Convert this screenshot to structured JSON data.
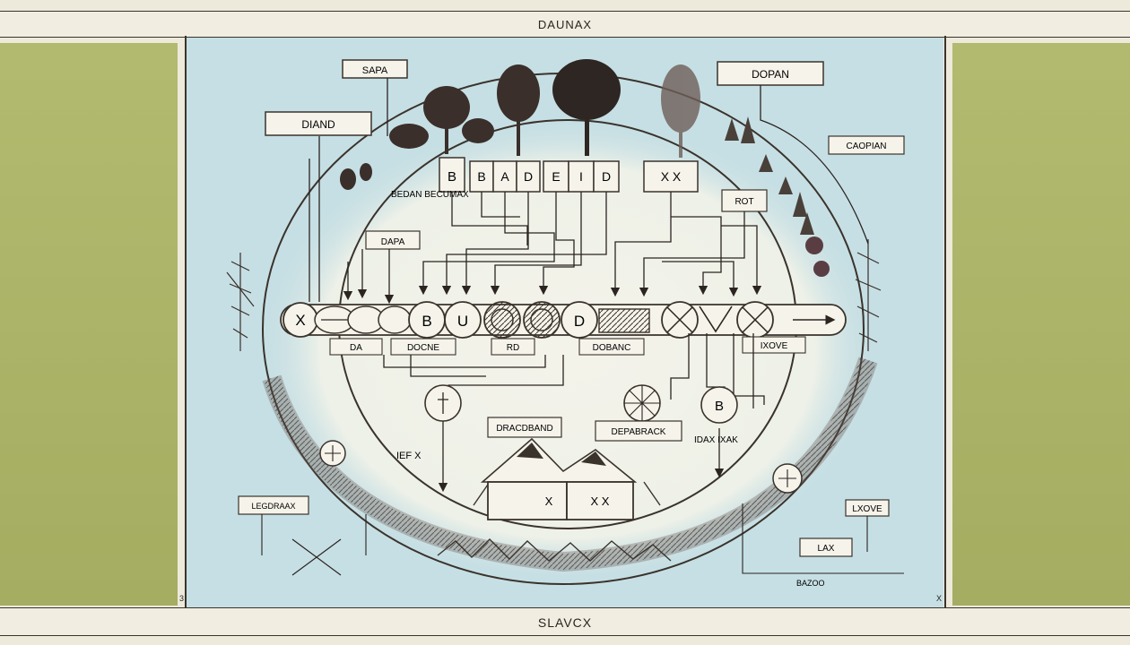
{
  "header": {
    "title": "DAUNAX"
  },
  "footer": {
    "title": "SLAVCX"
  },
  "corner_marks": {
    "left": "3",
    "right": "X"
  },
  "diagram": {
    "callouts": {
      "sapa": "SAPA",
      "diand": "DIAND",
      "dopan": "DOPAN",
      "caopian": "CAOPIAN",
      "bedan": "BEDAN BECUMAX",
      "dapa": "DAPA",
      "rot": "ROT",
      "ief": "IEF X",
      "dracdband": "DRACDBAND",
      "depabrack": "DEPABRACK",
      "idax": "IDAX IXAK",
      "legend": "LEGDRAAX",
      "lxove": "LXOVE",
      "lax": "LAX",
      "bazoo": "BAZOO"
    },
    "top_row": [
      "B",
      "B",
      "A",
      "D",
      "E",
      "I",
      "D",
      "X X"
    ],
    "flow_labels": {
      "x": "X",
      "b": "B",
      "u": "U",
      "d": "D",
      "b_small": "B"
    },
    "under_labels": [
      "DA",
      "DOCNE",
      "RD",
      "DOBANC",
      "IXOVE"
    ],
    "mountain_box": [
      "X",
      "X X"
    ]
  }
}
